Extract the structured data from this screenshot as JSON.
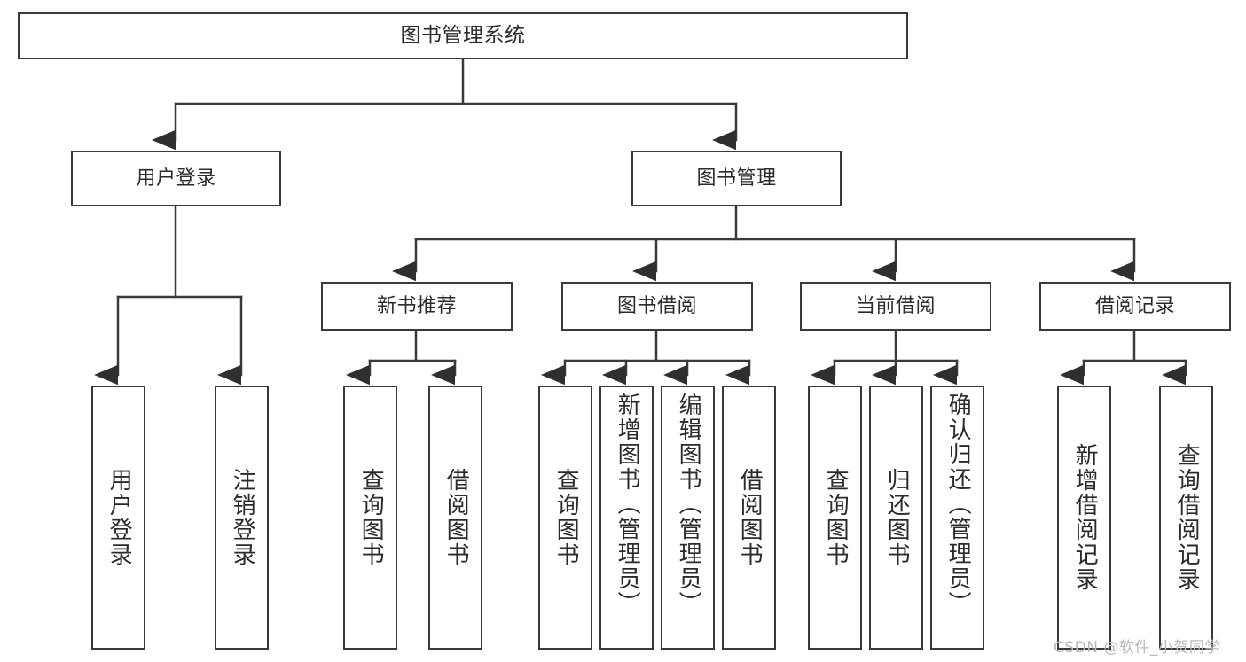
{
  "diagram": {
    "title": "图书管理系统",
    "type": "tree",
    "style": {
      "box_border_color": "#3a3a3a",
      "box_fill": "#ffffff",
      "line_color": "#3a3a3a",
      "text_color": "#2b2b2b",
      "background": "#ffffff"
    },
    "root": {
      "label": "图书管理系统"
    },
    "level1": [
      {
        "label": "用户登录"
      },
      {
        "label": "图书管理"
      }
    ],
    "level2": [
      {
        "label": "新书推荐"
      },
      {
        "label": "图书借阅"
      },
      {
        "label": "当前借阅"
      },
      {
        "label": "借阅记录"
      }
    ],
    "leaves": {
      "user_login": [
        {
          "label": "用户登录"
        },
        {
          "label": "注销登录"
        }
      ],
      "new_book_recommend": [
        {
          "label": "查询图书"
        },
        {
          "label": "借阅图书"
        }
      ],
      "book_borrow": [
        {
          "label": "查询图书"
        },
        {
          "label": "新增图书（管理员）"
        },
        {
          "label": "编辑图书（管理员）"
        },
        {
          "label": "借阅图书"
        }
      ],
      "current_borrow": [
        {
          "label": "查询图书"
        },
        {
          "label": "归还图书"
        },
        {
          "label": "确认归还（管理员）"
        }
      ],
      "borrow_records": [
        {
          "label": "新增借阅记录"
        },
        {
          "label": "查询借阅记录"
        }
      ]
    }
  },
  "watermark": {
    "text": "CSDN @软件_小贺同学"
  }
}
